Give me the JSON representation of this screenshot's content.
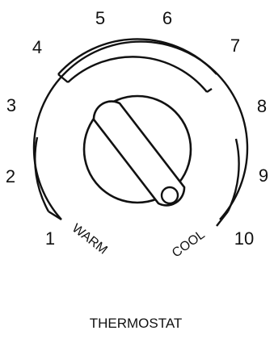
{
  "thermostat": {
    "caption": "THERMOSTAT",
    "dial_numbers": [
      "1",
      "2",
      "3",
      "4",
      "5",
      "6",
      "7",
      "8",
      "9",
      "10"
    ],
    "warm_label": "WARM",
    "cool_label": "COOL"
  },
  "colors": {
    "ink": "#111111",
    "background": "#ffffff"
  }
}
